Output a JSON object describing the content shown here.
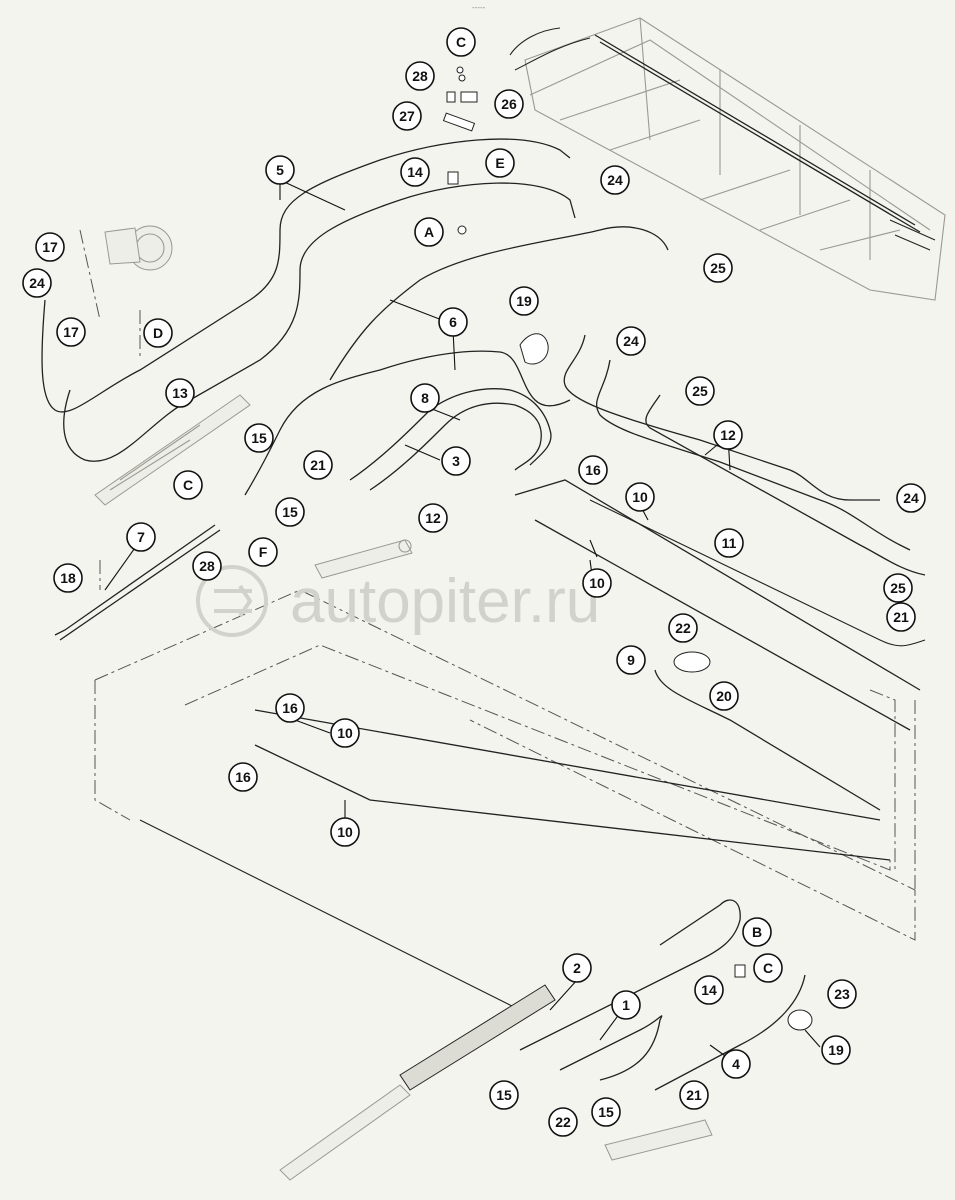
{
  "page_mark": "-----",
  "watermark": {
    "text": "autopiter.ru"
  },
  "callouts": [
    {
      "id": "c-C-top",
      "label": "C"
    },
    {
      "id": "c-28-top",
      "label": "28"
    },
    {
      "id": "c-26",
      "label": "26"
    },
    {
      "id": "c-27",
      "label": "27"
    },
    {
      "id": "c-14-top",
      "label": "14"
    },
    {
      "id": "c-E",
      "label": "E"
    },
    {
      "id": "c-24-top",
      "label": "24"
    },
    {
      "id": "c-5",
      "label": "5"
    },
    {
      "id": "c-A",
      "label": "A"
    },
    {
      "id": "c-17-a",
      "label": "17"
    },
    {
      "id": "c-24-left",
      "label": "24"
    },
    {
      "id": "c-17-b",
      "label": "17"
    },
    {
      "id": "c-D",
      "label": "D"
    },
    {
      "id": "c-13",
      "label": "13"
    },
    {
      "id": "c-25-top",
      "label": "25"
    },
    {
      "id": "c-19-top",
      "label": "19"
    },
    {
      "id": "c-6",
      "label": "6"
    },
    {
      "id": "c-24-mid",
      "label": "24"
    },
    {
      "id": "c-25-mid",
      "label": "25"
    },
    {
      "id": "c-8",
      "label": "8"
    },
    {
      "id": "c-15-a",
      "label": "15"
    },
    {
      "id": "c-12-a",
      "label": "12"
    },
    {
      "id": "c-3",
      "label": "3"
    },
    {
      "id": "c-21-a",
      "label": "21"
    },
    {
      "id": "c-16-a",
      "label": "16"
    },
    {
      "id": "c-15-b",
      "label": "15"
    },
    {
      "id": "c-12-b",
      "label": "12"
    },
    {
      "id": "c-C-mid",
      "label": "C"
    },
    {
      "id": "c-10-a",
      "label": "10"
    },
    {
      "id": "c-11",
      "label": "11"
    },
    {
      "id": "c-24-right",
      "label": "24"
    },
    {
      "id": "c-7",
      "label": "7"
    },
    {
      "id": "c-F",
      "label": "F"
    },
    {
      "id": "c-28-mid",
      "label": "28"
    },
    {
      "id": "c-18",
      "label": "18"
    },
    {
      "id": "c-10-b",
      "label": "10"
    },
    {
      "id": "c-25-right",
      "label": "25"
    },
    {
      "id": "c-21-b",
      "label": "21"
    },
    {
      "id": "c-22-a",
      "label": "22"
    },
    {
      "id": "c-9",
      "label": "9"
    },
    {
      "id": "c-20",
      "label": "20"
    },
    {
      "id": "c-16-b",
      "label": "16"
    },
    {
      "id": "c-10-c",
      "label": "10"
    },
    {
      "id": "c-16-c",
      "label": "16"
    },
    {
      "id": "c-10-d",
      "label": "10"
    },
    {
      "id": "c-B",
      "label": "B"
    },
    {
      "id": "c-2",
      "label": "2"
    },
    {
      "id": "c-14-bot",
      "label": "14"
    },
    {
      "id": "c-C-bot",
      "label": "C"
    },
    {
      "id": "c-23",
      "label": "23"
    },
    {
      "id": "c-1",
      "label": "1"
    },
    {
      "id": "c-19-bot",
      "label": "19"
    },
    {
      "id": "c-4",
      "label": "4"
    },
    {
      "id": "c-15-c",
      "label": "15"
    },
    {
      "id": "c-21-c",
      "label": "21"
    },
    {
      "id": "c-22-b",
      "label": "22"
    },
    {
      "id": "c-15-d",
      "label": "15"
    }
  ]
}
